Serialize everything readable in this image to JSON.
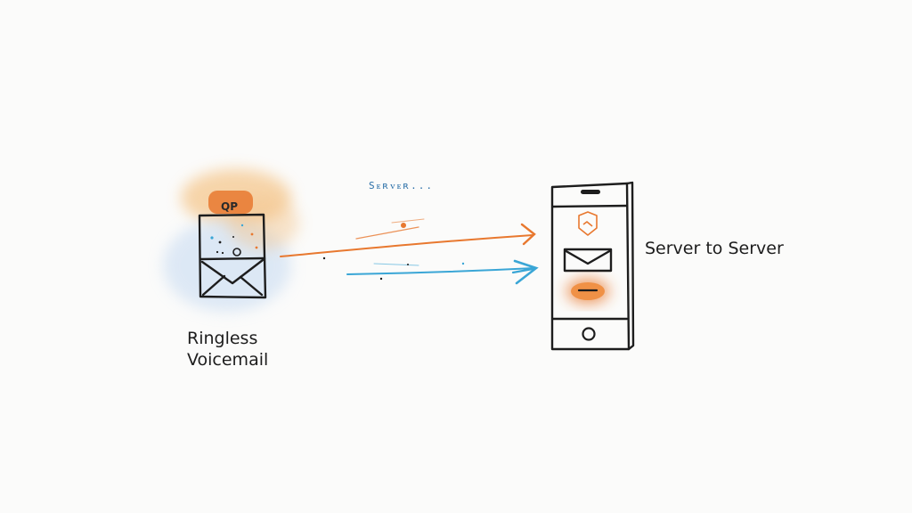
{
  "source": {
    "label_line1": "Ringless",
    "label_line2": "Voicemail",
    "badge_text": "QP",
    "icons": [
      "envelope-icon",
      "voicemail-device-icon"
    ]
  },
  "target": {
    "label": "Server to Server",
    "icons": [
      "smartphone-icon",
      "shield-icon",
      "envelope-icon",
      "audio-message-icon",
      "home-button-icon"
    ]
  },
  "flow": {
    "label": "Sᴇʀᴠᴇʀ...",
    "colors": {
      "primary_arrow": "#e8782f",
      "secondary_arrow": "#3aa6d6",
      "orange_wash": "#f3b567",
      "blue_wash": "#c9dcf2",
      "ink": "#1d1d1d"
    }
  }
}
